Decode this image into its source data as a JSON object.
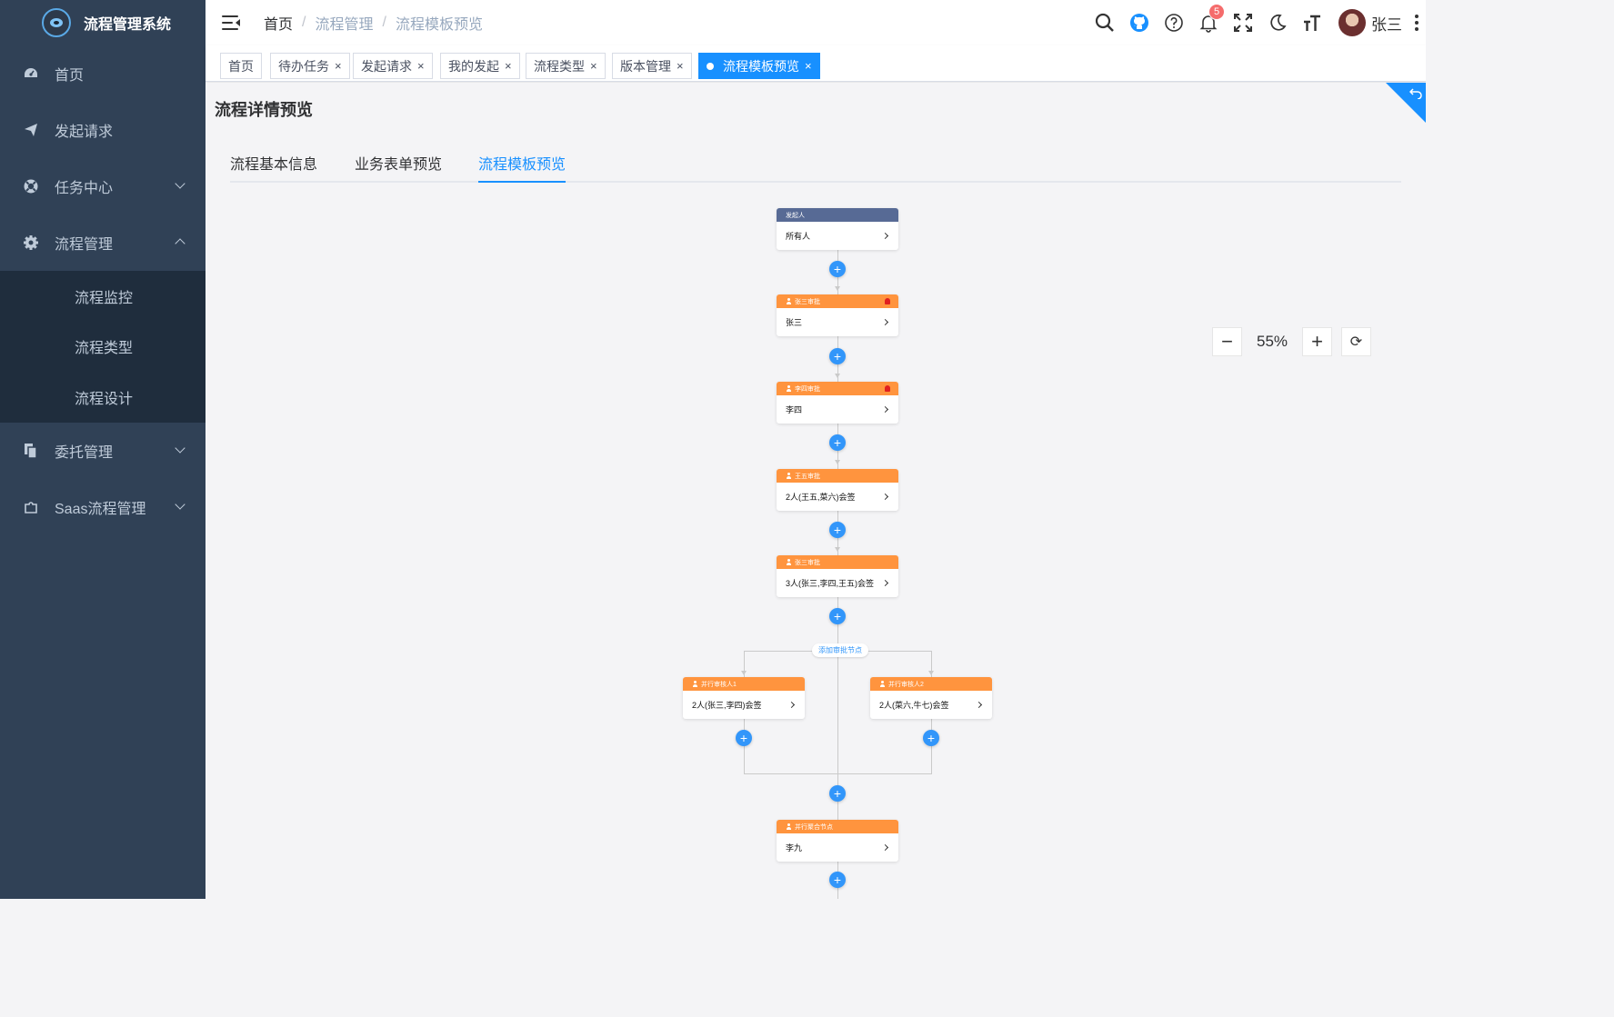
{
  "app": {
    "title": "流程管理系统"
  },
  "sidebar": {
    "items": [
      {
        "label": "首页",
        "icon": "dashboard-icon"
      },
      {
        "label": "发起请求",
        "icon": "send-icon"
      },
      {
        "label": "任务中心",
        "icon": "lifebuoy-icon",
        "expandable": true
      },
      {
        "label": "流程管理",
        "icon": "gear-icon",
        "expandable": true,
        "expanded": true
      },
      {
        "label": "委托管理",
        "icon": "documents-icon",
        "expandable": true
      },
      {
        "label": "Saas流程管理",
        "icon": "puzzle-icon",
        "expandable": true
      }
    ],
    "submenu": [
      "流程监控",
      "流程类型",
      "流程设计"
    ]
  },
  "navbar": {
    "breadcrumb": [
      "首页",
      "流程管理",
      "流程模板预览"
    ],
    "breadcrumb_sep": "/",
    "notification_count": "5",
    "user_name": "张三",
    "icons": [
      "search-icon",
      "github-icon",
      "help-icon",
      "bell-icon",
      "fullscreen-icon",
      "moon-icon",
      "font-size-icon"
    ]
  },
  "tags": [
    {
      "label": "首页",
      "closable": false
    },
    {
      "label": "待办任务",
      "closable": true
    },
    {
      "label": "发起请求",
      "closable": true
    },
    {
      "label": "我的发起",
      "closable": true
    },
    {
      "label": "流程类型",
      "closable": true
    },
    {
      "label": "版本管理",
      "closable": true
    },
    {
      "label": "流程模板预览",
      "closable": true,
      "active": true
    }
  ],
  "tag_close": "×",
  "page": {
    "title": "流程详情预览",
    "tabs": [
      "流程基本信息",
      "业务表单预览",
      "流程模板预览"
    ],
    "active_tab": 2
  },
  "zoom": {
    "value": "55%",
    "minus": "−",
    "plus": "+",
    "reset": "⟳"
  },
  "flow": {
    "add_symbol": "+",
    "start": {
      "title": "发起人",
      "content": "所有人"
    },
    "approvers": [
      {
        "title": "张三审批",
        "content": "张三",
        "flag": true
      },
      {
        "title": "李四审批",
        "content": "李四",
        "flag": true
      },
      {
        "title": "王五审批",
        "content": "2人(王五,菜六)会签",
        "flag": false
      },
      {
        "title": "张三审批",
        "content": "3人(张三,李四,王五)会签",
        "flag": false
      }
    ],
    "branch": {
      "add_label": "添加审批节点",
      "nodes": [
        {
          "title": "并行审核人1",
          "content": "2人(张三,李四)会签"
        },
        {
          "title": "并行审核人2",
          "content": "2人(菜六,牛七)会签"
        }
      ]
    },
    "merge": {
      "title": "并行聚合节点",
      "content": "李九"
    }
  },
  "colors": {
    "sidebar": "#304156",
    "accent": "#1890ff",
    "approver_header": "#ff943e",
    "start_header": "#576a95",
    "add_button": "#3296fa"
  }
}
